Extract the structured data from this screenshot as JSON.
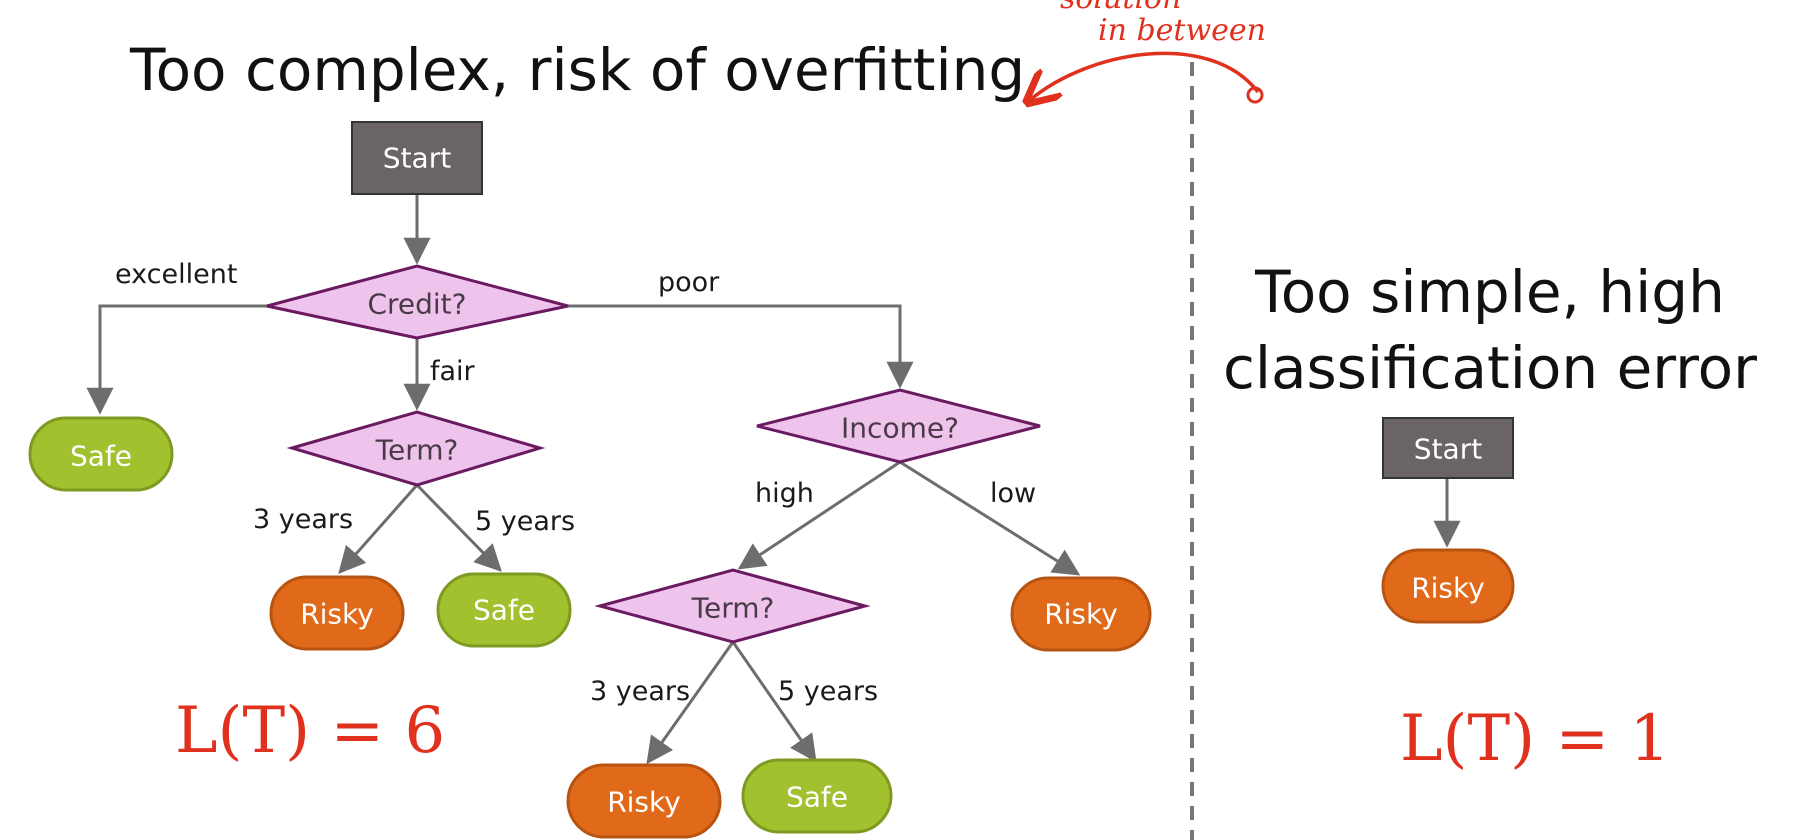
{
  "left_panel": {
    "title": "Too complex, risk of overfitting",
    "handwritten_cost": "L(T) = 6"
  },
  "right_panel": {
    "title_line1": "Too simple, high",
    "title_line2": "classification error",
    "handwritten_cost": "L(T) = 1"
  },
  "annotation": {
    "line1": "solution",
    "line2": "in between"
  },
  "nodes": {
    "start": "Start",
    "credit": "Credit?",
    "term1": "Term?",
    "income": "Income?",
    "term2": "Term?",
    "leaf_safe_excellent": "Safe",
    "leaf_risky_3y": "Risky",
    "leaf_safe_5y": "Safe",
    "leaf_risky_low": "Risky",
    "leaf_risky_3y_b": "Risky",
    "leaf_safe_5y_b": "Safe",
    "right_start": "Start",
    "right_risky": "Risky"
  },
  "edges": {
    "excellent": "excellent",
    "fair": "fair",
    "poor": "poor",
    "three_years": "3 years",
    "five_years": "5 years",
    "high": "high",
    "low": "low",
    "three_years_b": "3 years",
    "five_years_b": "5 years"
  },
  "colors": {
    "start_fill": "#6b6465",
    "decision_fill": "#efc4ec",
    "decision_stroke": "#6a1a60",
    "safe_fill": "#a2c12f",
    "safe_stroke": "#7f9a22",
    "risky_fill": "#e06a1a",
    "risky_stroke": "#b85412",
    "edge": "#6d6d6d",
    "handwriting": "#e0301e"
  }
}
